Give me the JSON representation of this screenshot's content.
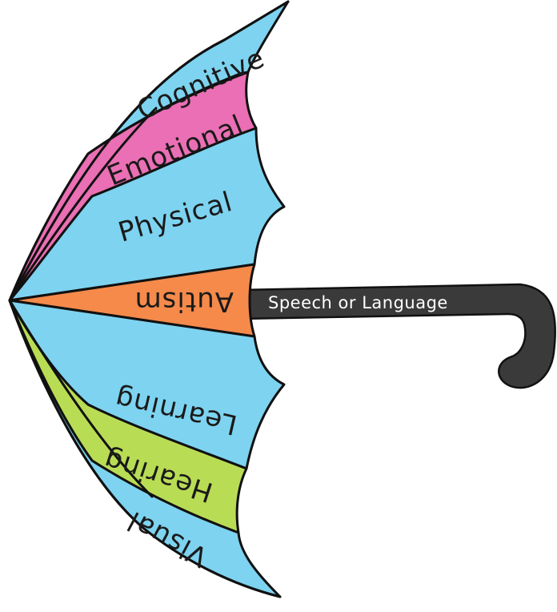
{
  "diagram": {
    "handle_label": "Speech or Language",
    "sections": [
      {
        "label": "Cognitive",
        "color": "#7dd3f0"
      },
      {
        "label": "Emotional",
        "color": "#ea6fb4"
      },
      {
        "label": "Physical",
        "color": "#7dd3f0"
      },
      {
        "label": "Autism",
        "color": "#f58a4b"
      },
      {
        "label": "Learning",
        "color": "#7dd3f0"
      },
      {
        "label": "Hearing",
        "color": "#b9dc55"
      },
      {
        "label": "Visual",
        "color": "#7dd3f0"
      }
    ],
    "handle_color": "#3a3a3a"
  }
}
